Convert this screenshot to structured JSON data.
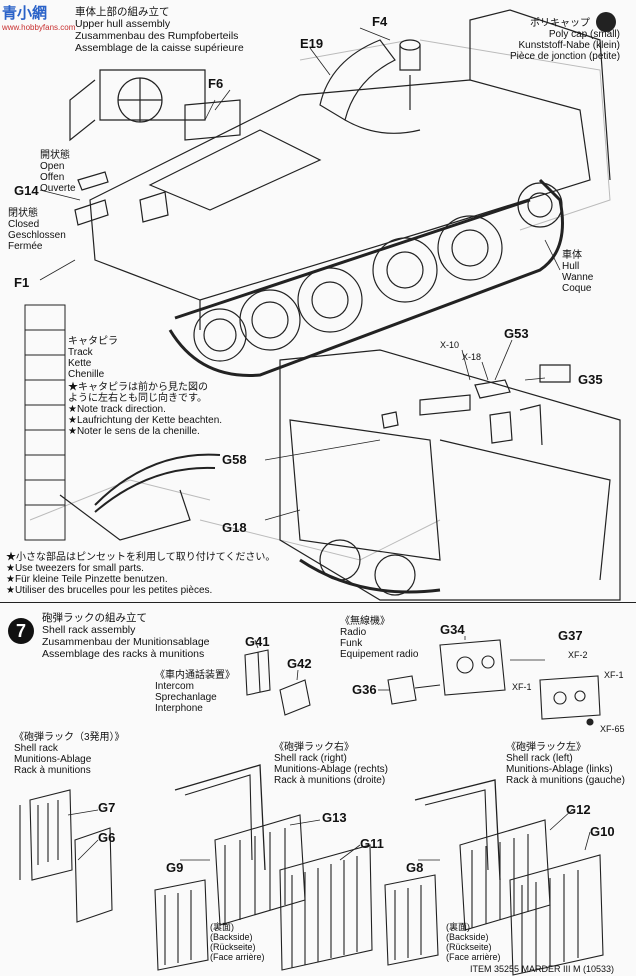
{
  "watermark": {
    "top": "青小網",
    "bottom": "www.hobbyfans.com"
  },
  "step6": {
    "heading_ja": "車体上部の組み立て",
    "heading_en": "Upper hull assembly",
    "heading_de": "Zusammenbau des Rumpfoberteils",
    "heading_fr": "Assemblage de la caisse supérieure",
    "open": [
      "開状態",
      "Open",
      "Offen",
      "Ouverte"
    ],
    "closed": [
      "閉状態",
      "Closed",
      "Geschlossen",
      "Fermée"
    ],
    "polycap": [
      "ポリキャップ（小）",
      "Poly cap (small)",
      "Kunststoff-Nabe (klein)",
      "Pièce de jonction (petite)"
    ],
    "hull": [
      "車体",
      "Hull",
      "Wanne",
      "Coque"
    ],
    "track": [
      "キャタピラ",
      "Track",
      "Kette",
      "Chenille"
    ],
    "track_notes": [
      "★キャタピラは前から見た図の",
      "ように左右とも同じ向きです。",
      "★Note track direction.",
      "★Laufrichtung der Kette beachten.",
      "★Noter le sens de la chenille."
    ],
    "tweezers": [
      "★小さな部品はピンセットを利用して取り付けてください。",
      "★Use tweezers for small parts.",
      "★Für kleine Teile Pinzette benutzen.",
      "★Utiliser des brucelles pour les petites pièces."
    ],
    "parts": {
      "F4": "F4",
      "E19": "E19",
      "F6": "F6",
      "G14": "G14",
      "F1": "F1",
      "X10": "X-10",
      "X18": "X-18",
      "G53": "G53",
      "G35": "G35",
      "G58": "G58",
      "G18": "G18"
    }
  },
  "step7": {
    "number": "7",
    "heading_ja": "砲弾ラックの組み立て",
    "heading_en": "Shell rack assembly",
    "heading_de": "Zusammenbau der Munitionsablage",
    "heading_fr": "Assemblage des racks à munitions",
    "intercom": [
      "《車内通話装置》",
      "Intercom",
      "Sprechanlage",
      "Interphone"
    ],
    "radio": [
      "《無線機》",
      "Radio",
      "Funk",
      "Equipement radio"
    ],
    "rack3": [
      "《砲弾ラック（3発用）》",
      "Shell rack",
      "Munitions-Ablage",
      "Rack à munitions"
    ],
    "rack_right": [
      "《砲弾ラック右》",
      "Shell rack (right)",
      "Munitions-Ablage (rechts)",
      "Rack à munitions (droite)"
    ],
    "rack_left": [
      "《砲弾ラック左》",
      "Shell rack (left)",
      "Munitions-Ablage (links)",
      "Rack à munitions (gauche)"
    ],
    "backside": [
      "(裏面)",
      "(Backside)",
      "(Rückseite)",
      "(Face arrière)"
    ],
    "parts": {
      "G41": "G41",
      "G42": "G42",
      "G34": "G34",
      "G37": "G37",
      "G36": "G36",
      "XF1a": "XF-1",
      "XF1b": "XF-1",
      "XF2": "XF-2",
      "XF65": "XF-65",
      "G7": "G7",
      "G6": "G6",
      "G13": "G13",
      "G9": "G9",
      "G11": "G11",
      "G12": "G12",
      "G10": "G10",
      "G8": "G8"
    }
  },
  "footer": "ITEM 35255 MARDER III M (10533)"
}
